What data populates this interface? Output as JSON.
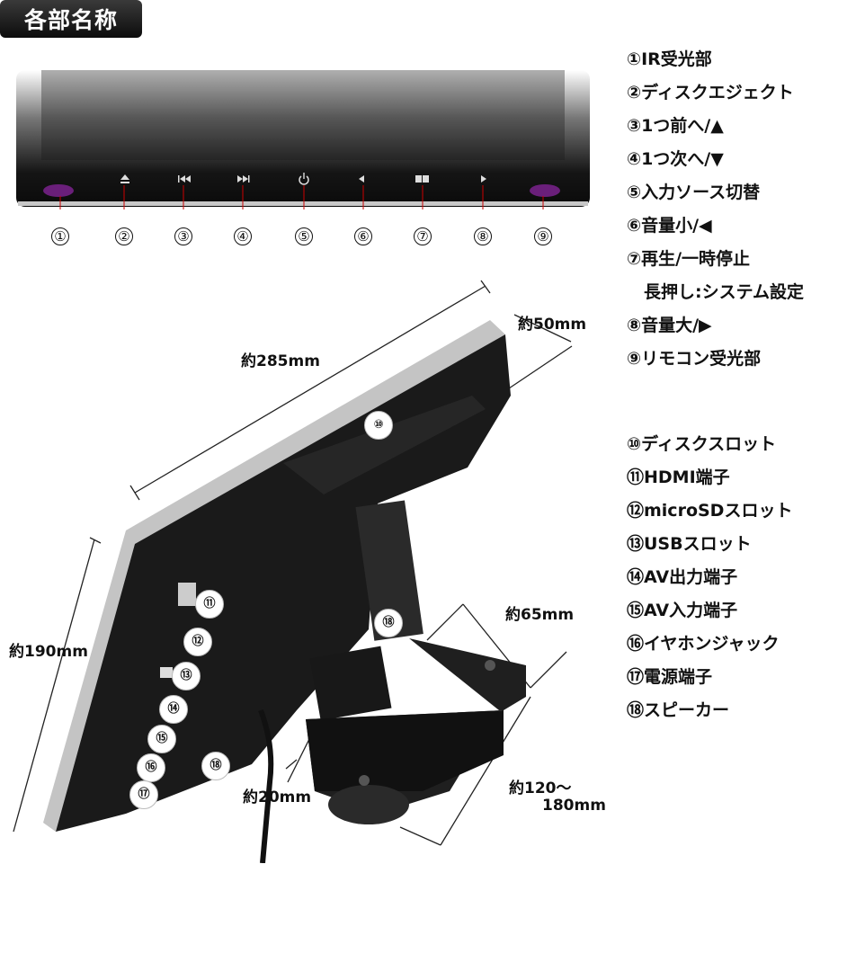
{
  "title": "各部名称",
  "front_numbers": [
    "①",
    "②",
    "③",
    "④",
    "⑤",
    "⑥",
    "⑦",
    "⑧",
    "⑨"
  ],
  "front_icons": [
    "ir-sensor",
    "eject-icon",
    "previous-icon",
    "next-icon",
    "power-icon",
    "left-triangle-icon",
    "menu-book-icon",
    "right-triangle-icon",
    "remote-sensor"
  ],
  "parts_list_1": [
    "①IR受光部",
    "②ディスクエジェクト",
    "③1つ前へ/▲",
    "④1つ次へ/▼",
    "⑤入力ソース切替",
    "⑥音量小/◀",
    "⑦再生/一時停止",
    "　長押し:システム設定",
    "⑧音量大/▶",
    "⑨リモコン受光部"
  ],
  "parts_list_2": [
    "⑩ディスクスロット",
    "⑪HDMI端子",
    "⑫microSDスロット",
    "⑬USBスロット",
    "⑭AV出力端子",
    "⑮AV入力端子",
    "⑯イヤホンジャック",
    "⑰電源端子",
    "⑱スピーカー"
  ],
  "callouts": [
    "⑩",
    "⑪",
    "⑫",
    "⑬",
    "⑭",
    "⑮",
    "⑯",
    "⑰",
    "⑱",
    "⑱"
  ],
  "dimensions": {
    "width": "約285mm",
    "depth": "約50mm",
    "height": "約190mm",
    "bracket_width": "約65mm",
    "bracket_depth": "約20mm",
    "bracket_length_1": "約120～",
    "bracket_length_2": "180mm"
  },
  "colors": {
    "ir_sensor": "#6a1f7a",
    "bezel": "#b8b8b8",
    "body": "#1a1a1a"
  }
}
